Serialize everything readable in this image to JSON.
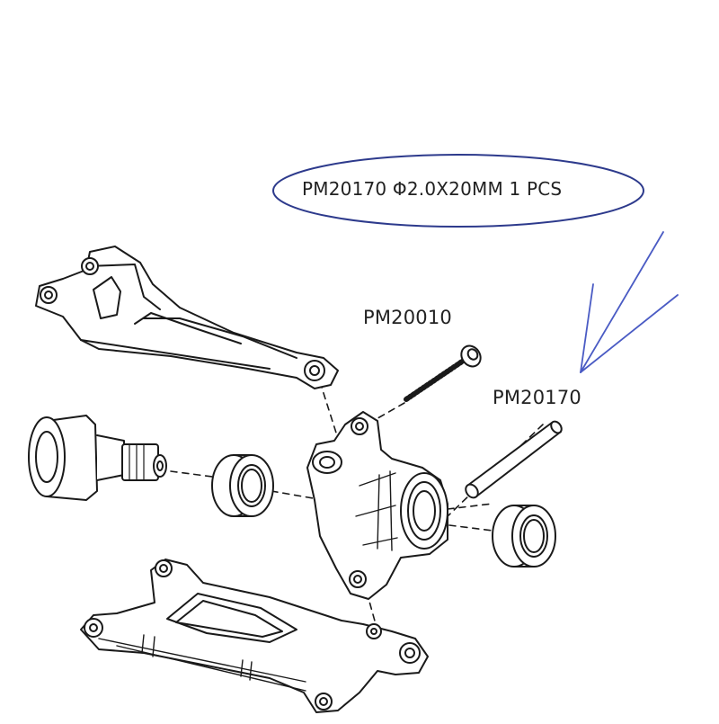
{
  "callout": {
    "part_number": "PM20170",
    "spec": "Φ2.0X20MM",
    "quantity": "1 PCS",
    "ellipse_color": "#2d3a8c"
  },
  "parts": {
    "spring_screw": {
      "part_number": "PM20010"
    },
    "hinge_pin": {
      "part_number": "PM20170"
    }
  },
  "annotation": {
    "arrow_color": "#4a5bc4"
  },
  "line_color": "#1a1a1a"
}
